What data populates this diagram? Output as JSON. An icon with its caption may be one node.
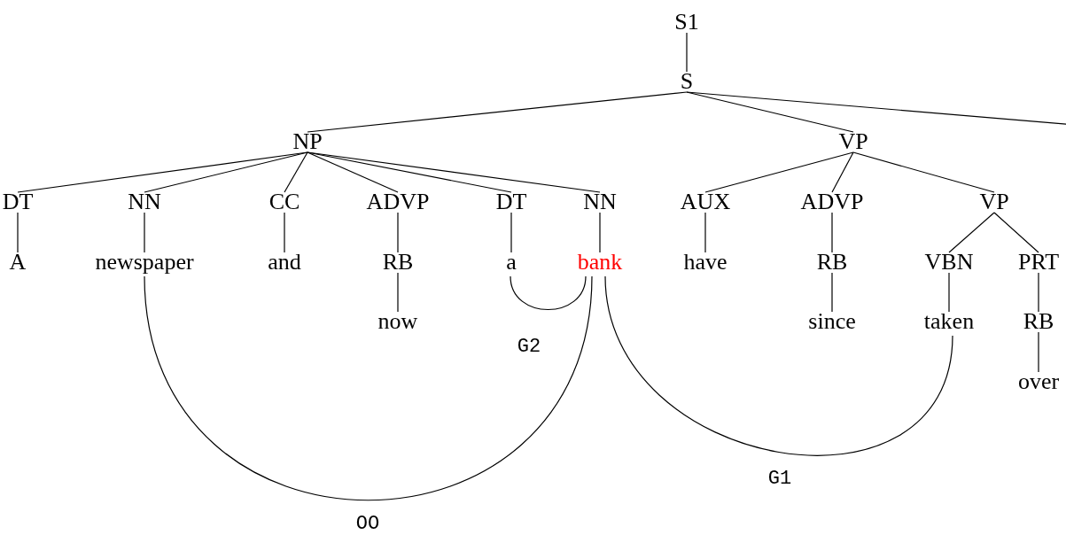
{
  "diagram": {
    "nodes": [
      {
        "text": [
          "S1"
        ]
      },
      {
        "text": [
          "S"
        ]
      },
      {
        "text": [
          "NP"
        ]
      },
      {
        "text": [
          "VP"
        ]
      },
      {
        "text": [
          "DT"
        ]
      },
      {
        "text": [
          "NN"
        ]
      },
      {
        "text": [
          "CC"
        ]
      },
      {
        "text": [
          "ADVP"
        ]
      },
      {
        "text": [
          "DT"
        ]
      },
      {
        "text": [
          "NN"
        ]
      },
      {
        "text": [
          "AUX"
        ]
      },
      {
        "text": [
          "ADVP"
        ]
      },
      {
        "text": [
          "VP"
        ]
      },
      {
        "text": [
          "A"
        ]
      },
      {
        "text": [
          "newspaper"
        ]
      },
      {
        "text": [
          "and"
        ]
      },
      {
        "text": [
          "RB"
        ]
      },
      {
        "text": [
          "a"
        ]
      },
      {
        "text": [
          "bank"
        ]
      },
      {
        "text": [
          "have"
        ]
      },
      {
        "text": [
          "RB"
        ]
      },
      {
        "text": [
          "VBN"
        ]
      },
      {
        "text": [
          "PRT"
        ]
      },
      {
        "text": [
          "now"
        ]
      },
      {
        "text": [
          "since"
        ]
      },
      {
        "text": [
          "taken"
        ]
      },
      {
        "text": [
          "RB"
        ]
      },
      {
        "text": [
          "over"
        ]
      }
    ],
    "edges": [
      {
        "from": 0,
        "to": 1,
        "arrow": "none"
      },
      {
        "from": 1,
        "to": 2,
        "arrow": "none"
      },
      {
        "from": 1,
        "to": 3,
        "arrow": "none"
      },
      {
        "from": 1,
        "to": null,
        "arrow": "none"
      },
      {
        "from": 2,
        "to": 4,
        "arrow": "none"
      },
      {
        "from": 2,
        "to": 5,
        "arrow": "none"
      },
      {
        "from": 2,
        "to": 6,
        "arrow": "none"
      },
      {
        "from": 2,
        "to": 7,
        "arrow": "none"
      },
      {
        "from": 2,
        "to": 8,
        "arrow": "none"
      },
      {
        "from": 2,
        "to": 9,
        "arrow": "none"
      },
      {
        "from": 3,
        "to": 10,
        "arrow": "none"
      },
      {
        "from": 3,
        "to": 11,
        "arrow": "none"
      },
      {
        "from": 3,
        "to": 12,
        "arrow": "none"
      },
      {
        "from": 4,
        "to": 13,
        "arrow": "none"
      },
      {
        "from": 5,
        "to": 14,
        "arrow": "none"
      },
      {
        "from": 6,
        "to": 15,
        "arrow": "none"
      },
      {
        "from": 7,
        "to": 16,
        "arrow": "none"
      },
      {
        "from": 8,
        "to": 17,
        "arrow": "none"
      },
      {
        "from": 9,
        "to": 18,
        "arrow": "none"
      },
      {
        "from": 10,
        "to": 19,
        "arrow": "none"
      },
      {
        "from": 11,
        "to": 20,
        "arrow": "none"
      },
      {
        "from": 12,
        "to": 21,
        "arrow": "none"
      },
      {
        "from": 12,
        "to": 22,
        "arrow": "none"
      },
      {
        "from": 16,
        "to": 23,
        "arrow": "none"
      },
      {
        "from": 20,
        "to": 24,
        "arrow": "none"
      },
      {
        "from": 21,
        "to": 25,
        "arrow": "none"
      },
      {
        "from": 22,
        "to": 26,
        "arrow": "none"
      },
      {
        "from": 26,
        "to": 27,
        "arrow": "none"
      },
      {
        "from": 14,
        "to": 18,
        "arrow": "none",
        "label": "OO"
      },
      {
        "from": 17,
        "to": 18,
        "arrow": "none",
        "label": "G2"
      },
      {
        "from": 18,
        "to": 25,
        "arrow": "none",
        "label": "G1"
      }
    ]
  }
}
